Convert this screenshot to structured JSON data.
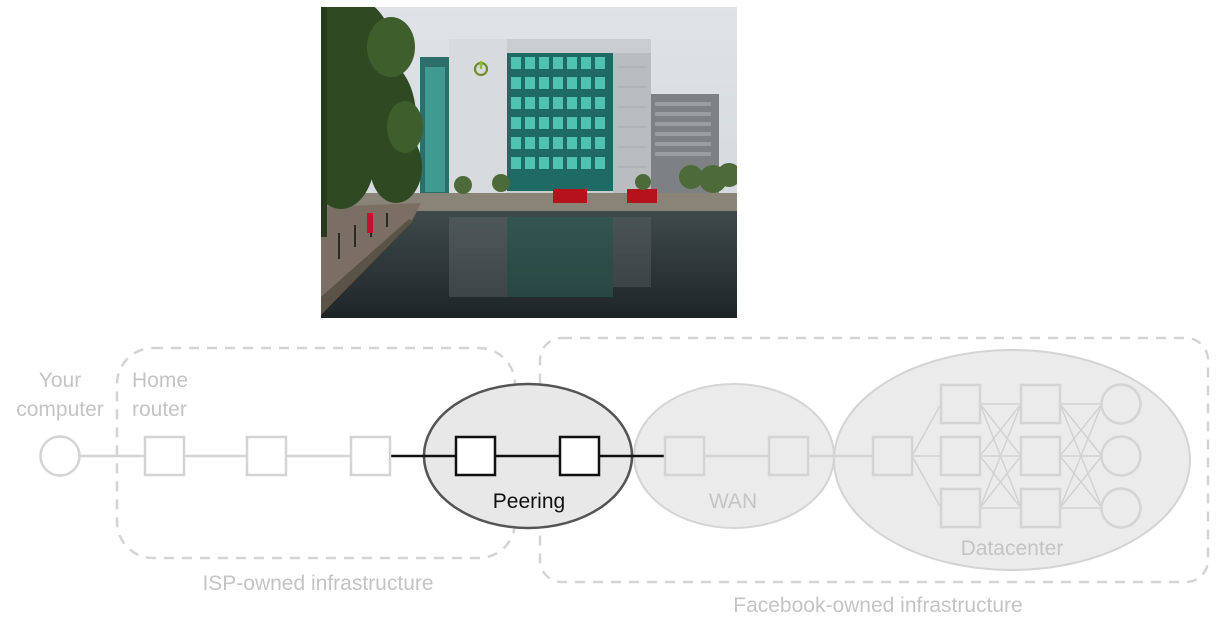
{
  "photo": {
    "alt": "",
    "building_icon": "power-icon"
  },
  "diagram": {
    "your_computer": [
      "Your",
      "computer"
    ],
    "home_router": [
      "Home",
      "router"
    ],
    "peering": "Peering",
    "wan": "WAN",
    "datacenter": "Datacenter",
    "isp_owned": "ISP-owned infrastructure",
    "facebook_owned": "Facebook-owned infrastructure"
  },
  "colors": {
    "faded_stroke": "#d4d4d4",
    "faded_fill": "#ebebeb",
    "faded_text": "#c4c4c4",
    "highlight": "#111111",
    "peering_fill": "#e8e8e8"
  }
}
